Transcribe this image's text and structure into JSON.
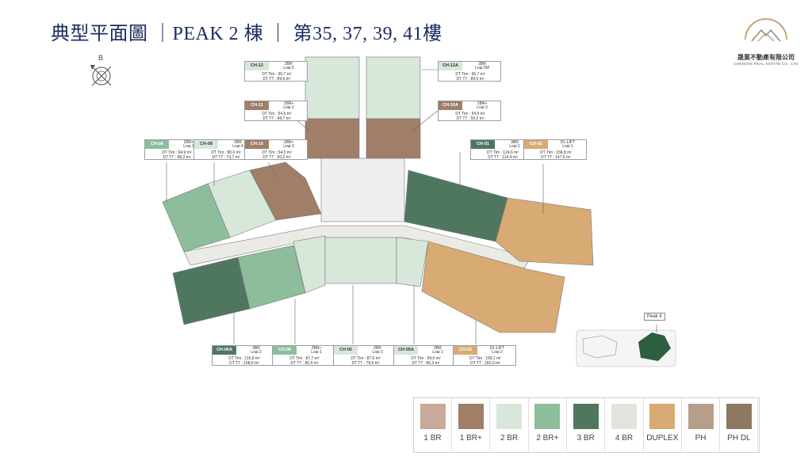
{
  "title": "典型平面圖 ｜PEAK 2 棟 ｜ 第35, 37, 39, 41樓",
  "logo": {
    "name": "晟業不動產有限公司",
    "sub": "CHENOVE REAL ESTATE CO., LTD"
  },
  "compass_label": "B",
  "key_plan_label": "Peak II",
  "colors": {
    "1br": "#c9a999",
    "1br_plus": "#a07e68",
    "2br": "#d7e8da",
    "2br_plus": "#8dbd9b",
    "3br": "#4f7760",
    "4br": "#e1e4dc",
    "duplex": "#d8aa74",
    "ph": "#b59f8a",
    "ph_dl": "#8d7960"
  },
  "units": [
    {
      "code": "CH-12",
      "type1": "2BR",
      "type2": "Loại 5",
      "dt_tim": "DT Tim : 96,7 m²",
      "dt_tt": "DT TT : 89,6 m²"
    },
    {
      "code": "CH-12A",
      "type1": "2BR",
      "type2": "Loại 5M",
      "dt_tim": "DT Tim : 96,7 m²",
      "dt_tt": "DT TT : 89,6 m²"
    },
    {
      "code": "CH-11",
      "type1": "1BR+",
      "type2": "Loại 2",
      "dt_tim": "DT Tim : 54,5 m²",
      "dt_tt": "DT TT : 49,7 m²"
    },
    {
      "code": "CH-10A",
      "type1": "1BR+",
      "type2": "Loại 3",
      "dt_tim": "DT Tim : 54,9 m²",
      "dt_tt": "DT TT : 50,3 m²"
    },
    {
      "code": "CH-08",
      "type1": "2BR+",
      "type2": "Loại 2",
      "dt_tim": "DT Tim : 94,9 m²",
      "dt_tt": "DT TT : 88,2 m²"
    },
    {
      "code": "CH-09",
      "type1": "2BR",
      "type2": "Loại 4",
      "dt_tim": "DT Tim : 80,0 m²",
      "dt_tt": "DT TT : 73,7 m²"
    },
    {
      "code": "CH-10",
      "type1": "1BR+",
      "type2": "Loại 3",
      "dt_tim": "DT Tim : 54,5 m²",
      "dt_tt": "DT TT : 50,0 m²"
    },
    {
      "code": "CH-01",
      "type1": "3BR",
      "type2": "Loại 1",
      "dt_tim": "DT Tim : 124,6 m²",
      "dt_tt": "DT TT : 114,4 m²"
    },
    {
      "code": "CH-02",
      "type1": "DL-LIFT",
      "type2": "Loại 1",
      "dt_tim": "DT Tim : 158,8 m²",
      "dt_tt": "DT TT : 147,6 m²"
    },
    {
      "code": "CH-06A",
      "type1": "3BR",
      "type2": "Loại 2",
      "dt_tim": "DT Tim : 116,8 m²",
      "dt_tt": "DT TT : 108,6 m²"
    },
    {
      "code": "CH-06",
      "type1": "2BR+",
      "type2": "Loại 1",
      "dt_tim": "DT Tim : 87,7 m²",
      "dt_tt": "DT TT : 80,4 m²"
    },
    {
      "code": "CH-05",
      "type1": "2BR",
      "type2": "Loại 3",
      "dt_tim": "DT Tim : 87,0 m²",
      "dt_tt": "DT TT : 78,6 m²"
    },
    {
      "code": "CH-05A",
      "type1": "2BR",
      "type2": "Loại 1",
      "dt_tim": "DT Tim : 94,6 m²",
      "dt_tt": "DT TT : 86,3 m²"
    },
    {
      "code": "CH-03",
      "type1": "DL-LIFT",
      "type2": "Loại 2",
      "dt_tim": "DT Tim : 199,1 m²",
      "dt_tt": "DT TT : 182,9 m²"
    }
  ],
  "legend": [
    "1 BR",
    "1 BR+",
    "2 BR",
    "2 BR+",
    "3 BR",
    "4 BR",
    "DUPLEX",
    "PH",
    "PH DL"
  ]
}
